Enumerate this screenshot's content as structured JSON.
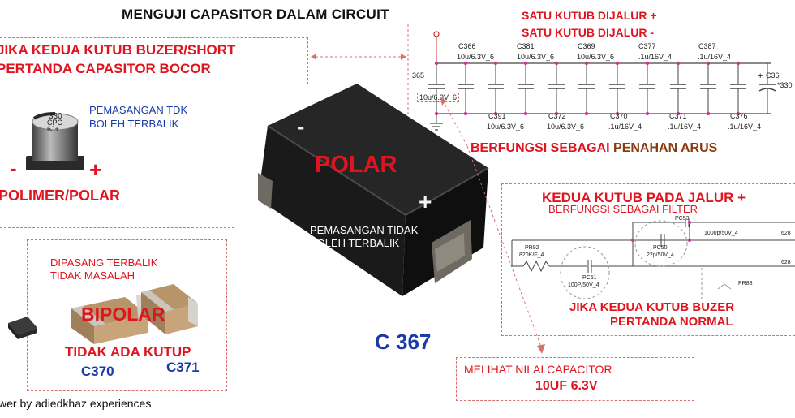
{
  "title": "MENGUJI CAPASITOR DALAM CIRCUIT",
  "schematic_top": {
    "note_line1": "SATU KUTUB DIJALUR +",
    "note_line2": "SATU KUTUB DIJALUR -",
    "top_caps": [
      {
        "ref": "C366",
        "val": "10u/6.3V_6"
      },
      {
        "ref": "C381",
        "val": "10u/6.3V_6"
      },
      {
        "ref": "C369",
        "val": "10u/6.3V_6"
      },
      {
        "ref": "C377",
        "val": ".1u/16V_4"
      },
      {
        "ref": "C387",
        "val": ".1u/16V_4"
      }
    ],
    "bottom_caps": [
      {
        "ref": "C391",
        "val": "10u/6.3V_6"
      },
      {
        "ref": "C372",
        "val": "10u/6.3V_6"
      },
      {
        "ref": "C370",
        "val": ".1u/16V_4"
      },
      {
        "ref": "C371",
        "val": ".1u/16V_4"
      },
      {
        "ref": "C376",
        "val": ".1u/16V_4"
      }
    ],
    "left_ref": "365",
    "left_val": "10u/6.3V_6",
    "right_ref": "C36",
    "right_val": "*330",
    "right_plus": "+"
  },
  "short_note": {
    "line1": "JIKA KEDUA KUTUB BUZER/SHORT",
    "line2": "PERTANDA CAPASITOR BOCOR"
  },
  "polymer": {
    "note_line1": "PEMASANGAN TDK",
    "note_line2": "BOLEH TERBALIK",
    "cap_marking1": "330",
    "cap_marking2": "CPC",
    "cap_marking3": "6J+",
    "minus": "-",
    "plus": "+",
    "label": "POLIMER/POLAR"
  },
  "center": {
    "minus": "-",
    "plus": "+",
    "polar": "POLAR",
    "note_line1": "PEMASANGAN TIDAK",
    "note_line2": "BOLEH TERBALIK",
    "part_label": "C 367"
  },
  "function_note": {
    "prefix": "BERFUNGSI SEBAGAI ",
    "suffix": "PENAHAN ARUS"
  },
  "filter": {
    "title": "KEDUA KUTUB PADA JALUR +",
    "subtitle": "BERFUNGSI SEBAGAI FILTER",
    "pc53": "PC53",
    "pc53_val": "1000p/50V_4",
    "pr92": "PR92",
    "pr92_val": "820K/F_4",
    "pc50": "PC50",
    "pc50_val": "22p/50V_4",
    "pc51": "PC51",
    "pc51_val": "100P/50V_4",
    "pr88": "PR88",
    "net1": "628",
    "net2": "628",
    "normal_line1": "JIKA KEDUA KUTUB BUZER",
    "normal_line2": "PERTANDA NORMAL"
  },
  "bipolar": {
    "note_line1": "DIPASANG TERBALIK",
    "note_line2": "TIDAK MASALAH",
    "label": "BIPOLAR",
    "sub": "TIDAK ADA KUTUP",
    "c370": "C370",
    "c371": "C371"
  },
  "value_note": {
    "line1": "MELIHAT NILAI CAPACITOR",
    "line2": "10UF 6.3V"
  },
  "credit": "wer by adiedkhaz experiences"
}
